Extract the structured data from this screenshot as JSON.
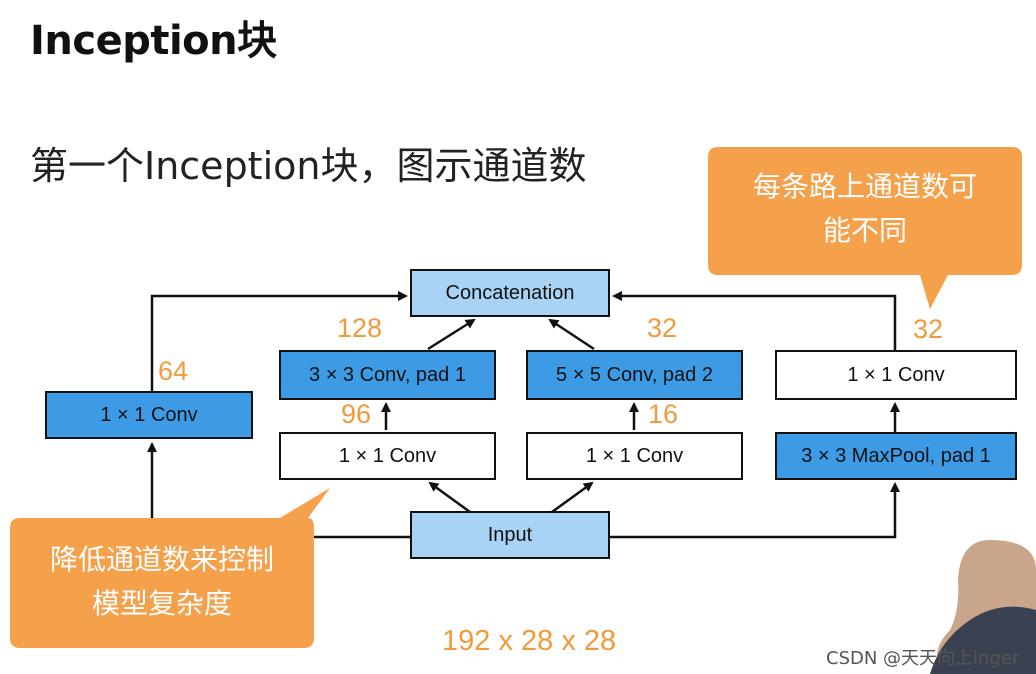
{
  "slide": {
    "title": "Inception块",
    "subtitle": "第一个Inception块，图示通道数"
  },
  "diagram": {
    "concat_label": "Concatenation",
    "input_label": "Input",
    "path1": {
      "conv_label": "1 × 1 Conv",
      "channels": "64"
    },
    "path2": {
      "reduce_label": "1 × 1 Conv",
      "reduce_channels": "96",
      "conv_label": "3 × 3 Conv, pad 1",
      "channels": "128"
    },
    "path3": {
      "reduce_label": "1 × 1 Conv",
      "reduce_channels": "16",
      "conv_label": "5 × 5 Conv, pad 2",
      "channels": "32"
    },
    "path4": {
      "pool_label": "3 × 3 MaxPool, pad 1",
      "conv_label": "1 × 1 Conv",
      "channels": "32"
    },
    "input_shape": "192 x 28 x 28"
  },
  "callouts": {
    "top_right": [
      "每条路上通道数可",
      "能不同"
    ],
    "bottom_left": [
      "降低通道数来控制",
      "模型复杂度"
    ]
  },
  "watermark": "CSDN @天天向上inger",
  "colors": {
    "box_blue": "#3d9be5",
    "box_lightblue": "#a9d3f5",
    "accent_orange": "#f29a3a",
    "callout_orange": "#f5a04b"
  }
}
